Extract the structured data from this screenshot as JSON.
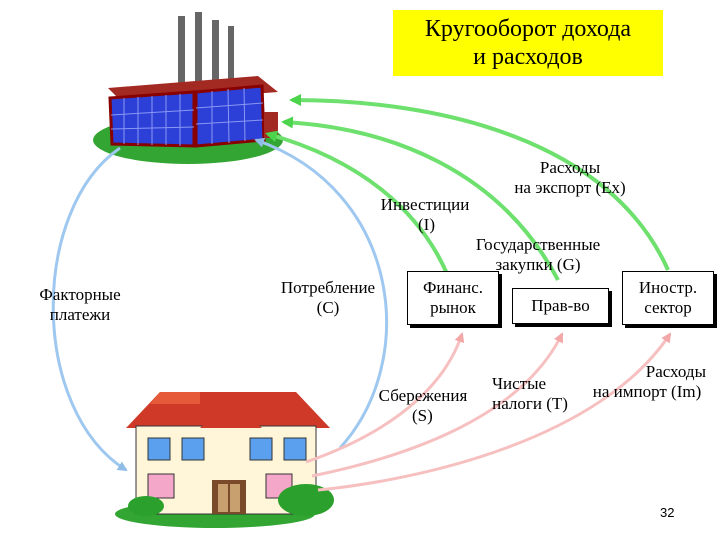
{
  "title": {
    "line1": "Кругооборот дохода",
    "line2": "и расходов"
  },
  "flows": {
    "factor_payments": {
      "line1": "Факторные",
      "line2": "платежи"
    },
    "consumption": {
      "line1": "Потребление",
      "line2": "(C)"
    },
    "investment": {
      "line1": "Инвестиции",
      "line2": "(I)"
    },
    "government": {
      "line1": "Государственные",
      "line2": "закупки (G)"
    },
    "exports": {
      "line1": "Расходы",
      "line2": "на экспорт (Ex)"
    },
    "savings": {
      "line1": "Сбережения",
      "line2": "(S)"
    },
    "net_taxes": {
      "line1": "Чистые",
      "line2": "налоги (T)"
    },
    "imports": {
      "line1": "Расходы",
      "line2": "на импорт (Im)"
    }
  },
  "boxes": {
    "financial_market": {
      "line1": "Финанс.",
      "line2": "рынок"
    },
    "government": {
      "line1": "Прав-во"
    },
    "foreign_sector": {
      "line1": "Иностр.",
      "line2": "сектор"
    }
  },
  "page_number": "32",
  "colors": {
    "title_bg": "#ffff00",
    "income_arrow": "#9ec8ef",
    "spending_arrow": "#6ee06e",
    "leakage_arrow": "#f7c0c0"
  },
  "icons": {
    "firms": "factory-icon",
    "households": "house-icon"
  }
}
